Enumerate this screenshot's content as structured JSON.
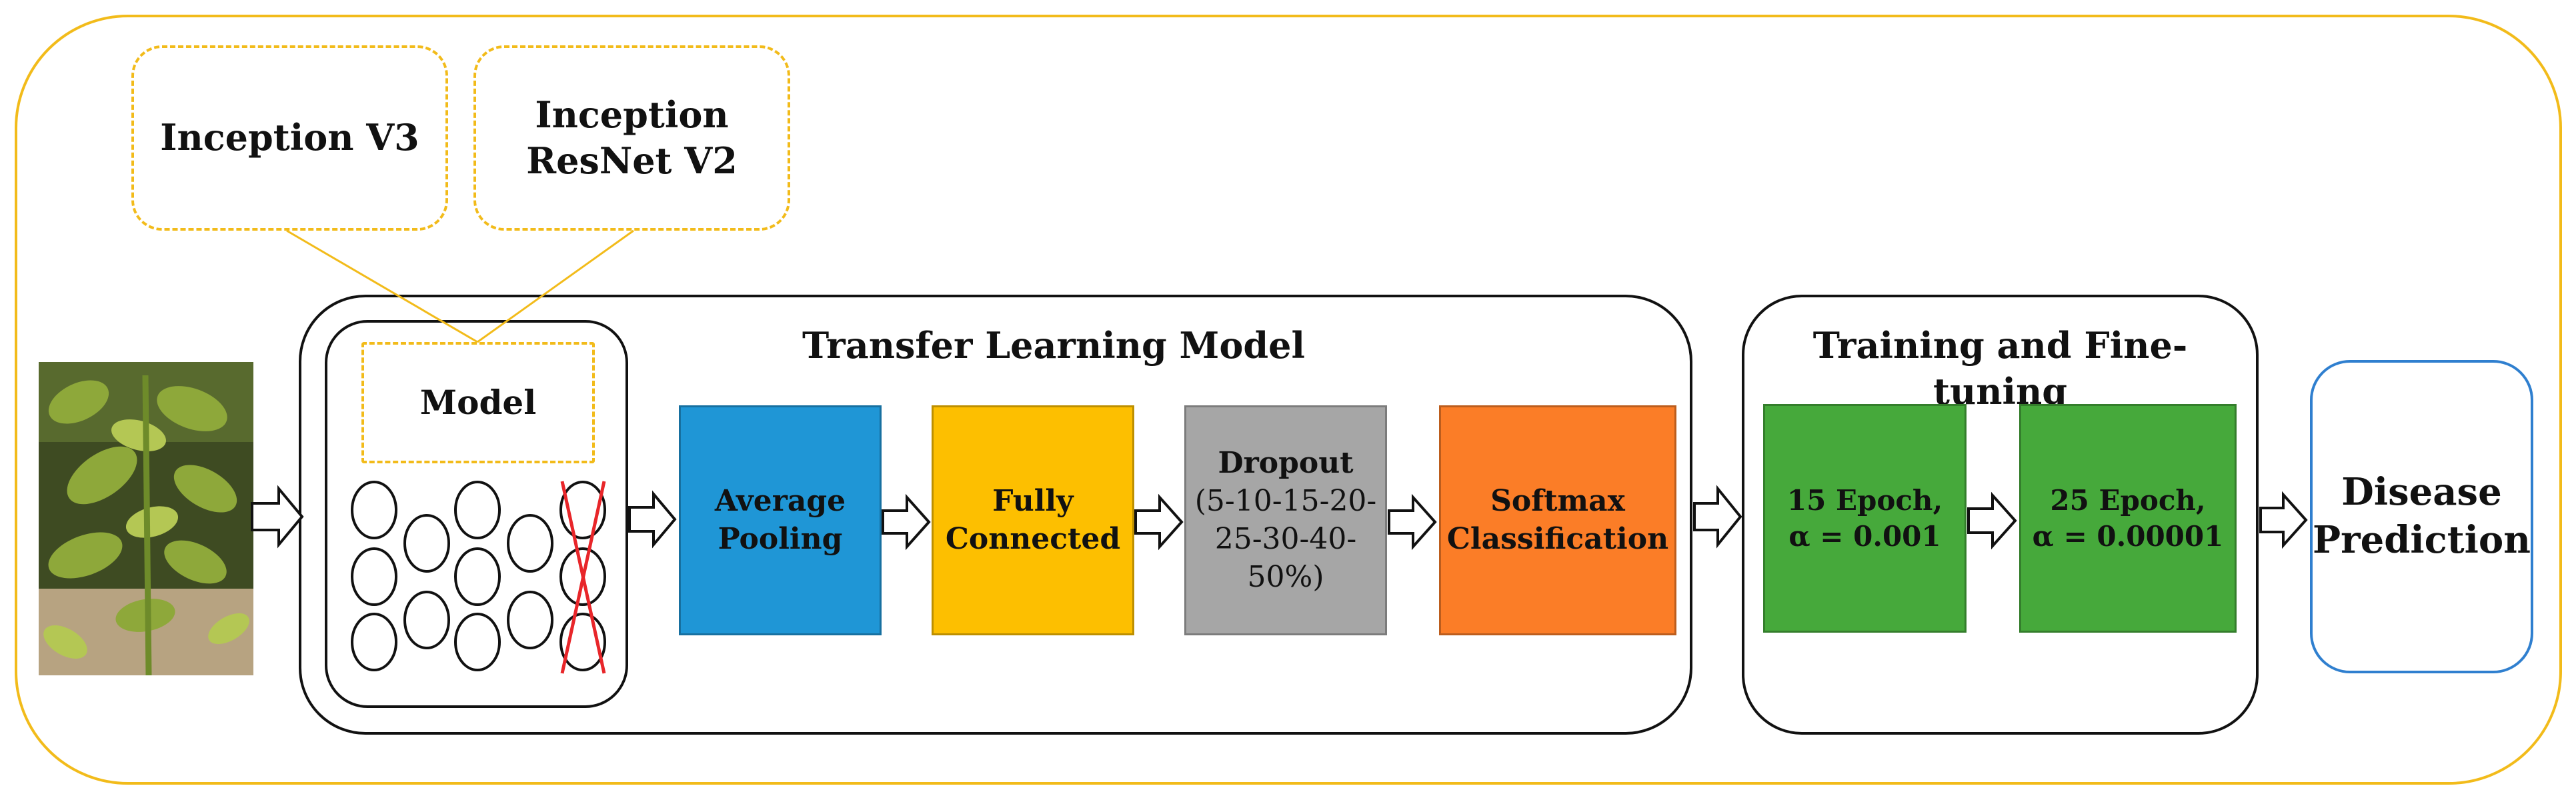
{
  "backbones": [
    "Inception V3",
    "Inception\nResNet V2"
  ],
  "transfer_panel": {
    "title": "Transfer Learning Model",
    "model_label": "Model"
  },
  "blocks": {
    "avg_pool": "Average\nPooling",
    "fully_connected": "Fully\nConnected",
    "dropout": "Dropout",
    "dropout_rates": "(5-10-15-20-\n25-30-40-50%)",
    "softmax": "Softmax\nClassification"
  },
  "training_panel": {
    "title": "Training and Fine-tuning",
    "stage1": "15 Epoch,\nα = 0.001",
    "stage2": "25 Epoch,\nα = 0.00001"
  },
  "output": "Disease\nPrediction",
  "colors": {
    "frame": "#f2bb1a",
    "avg_pool": "#1f96d6",
    "fully_connected": "#fdbf00",
    "dropout": "#a6a6a6",
    "softmax": "#fb7d27",
    "training": "#46a93b",
    "output_border": "#2f7fcf",
    "cross": "#e8262a"
  }
}
